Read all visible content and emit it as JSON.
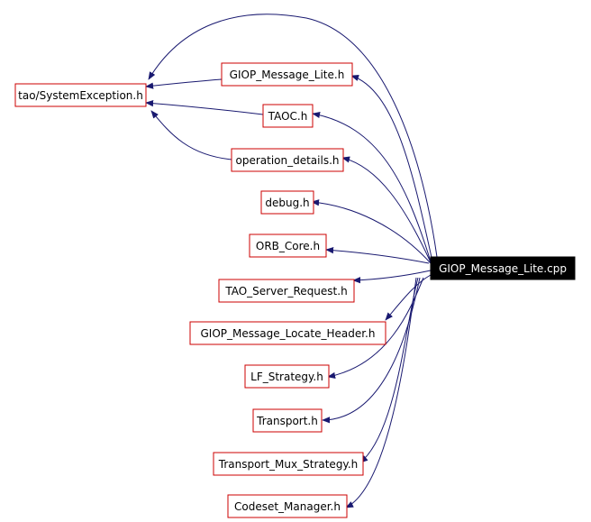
{
  "diagram": {
    "root": "GIOP_Message_Lite.cpp",
    "secondary": "tao/SystemException.h",
    "includes": [
      "GIOP_Message_Lite.h",
      "TAOC.h",
      "operation_details.h",
      "debug.h",
      "ORB_Core.h",
      "TAO_Server_Request.h",
      "GIOP_Message_Locate_Header.h",
      "LF_Strategy.h",
      "Transport.h",
      "Transport_Mux_Strategy.h",
      "Codeset_Manager.h"
    ]
  },
  "colors": {
    "node_border": "#cc0000",
    "edge": "#191970",
    "root_fill": "#000000",
    "root_text": "#ffffff"
  }
}
